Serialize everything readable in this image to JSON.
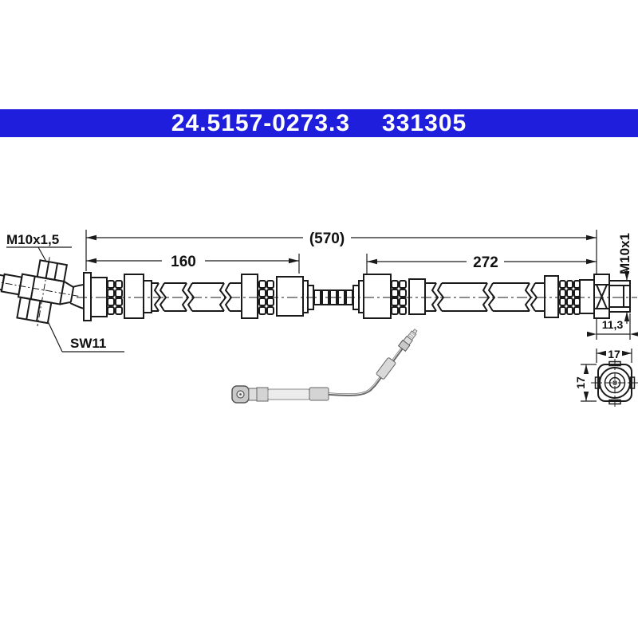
{
  "header": {
    "part_number": "24.5157-0273.3",
    "reference_number": "331305"
  },
  "drawing": {
    "dimensions": {
      "overall_length": "(570)",
      "left_section": "160",
      "right_section": "272",
      "thread_length": "11,3",
      "end_view_width": "17",
      "end_view_height": "17"
    },
    "labels": {
      "left_thread": "M10x1,5",
      "wrench_size": "SW11",
      "right_thread": "M10x1"
    }
  },
  "colors": {
    "header_bg": "#1e1edc",
    "header_text": "#ffffff",
    "line": "#1a1a1a"
  }
}
